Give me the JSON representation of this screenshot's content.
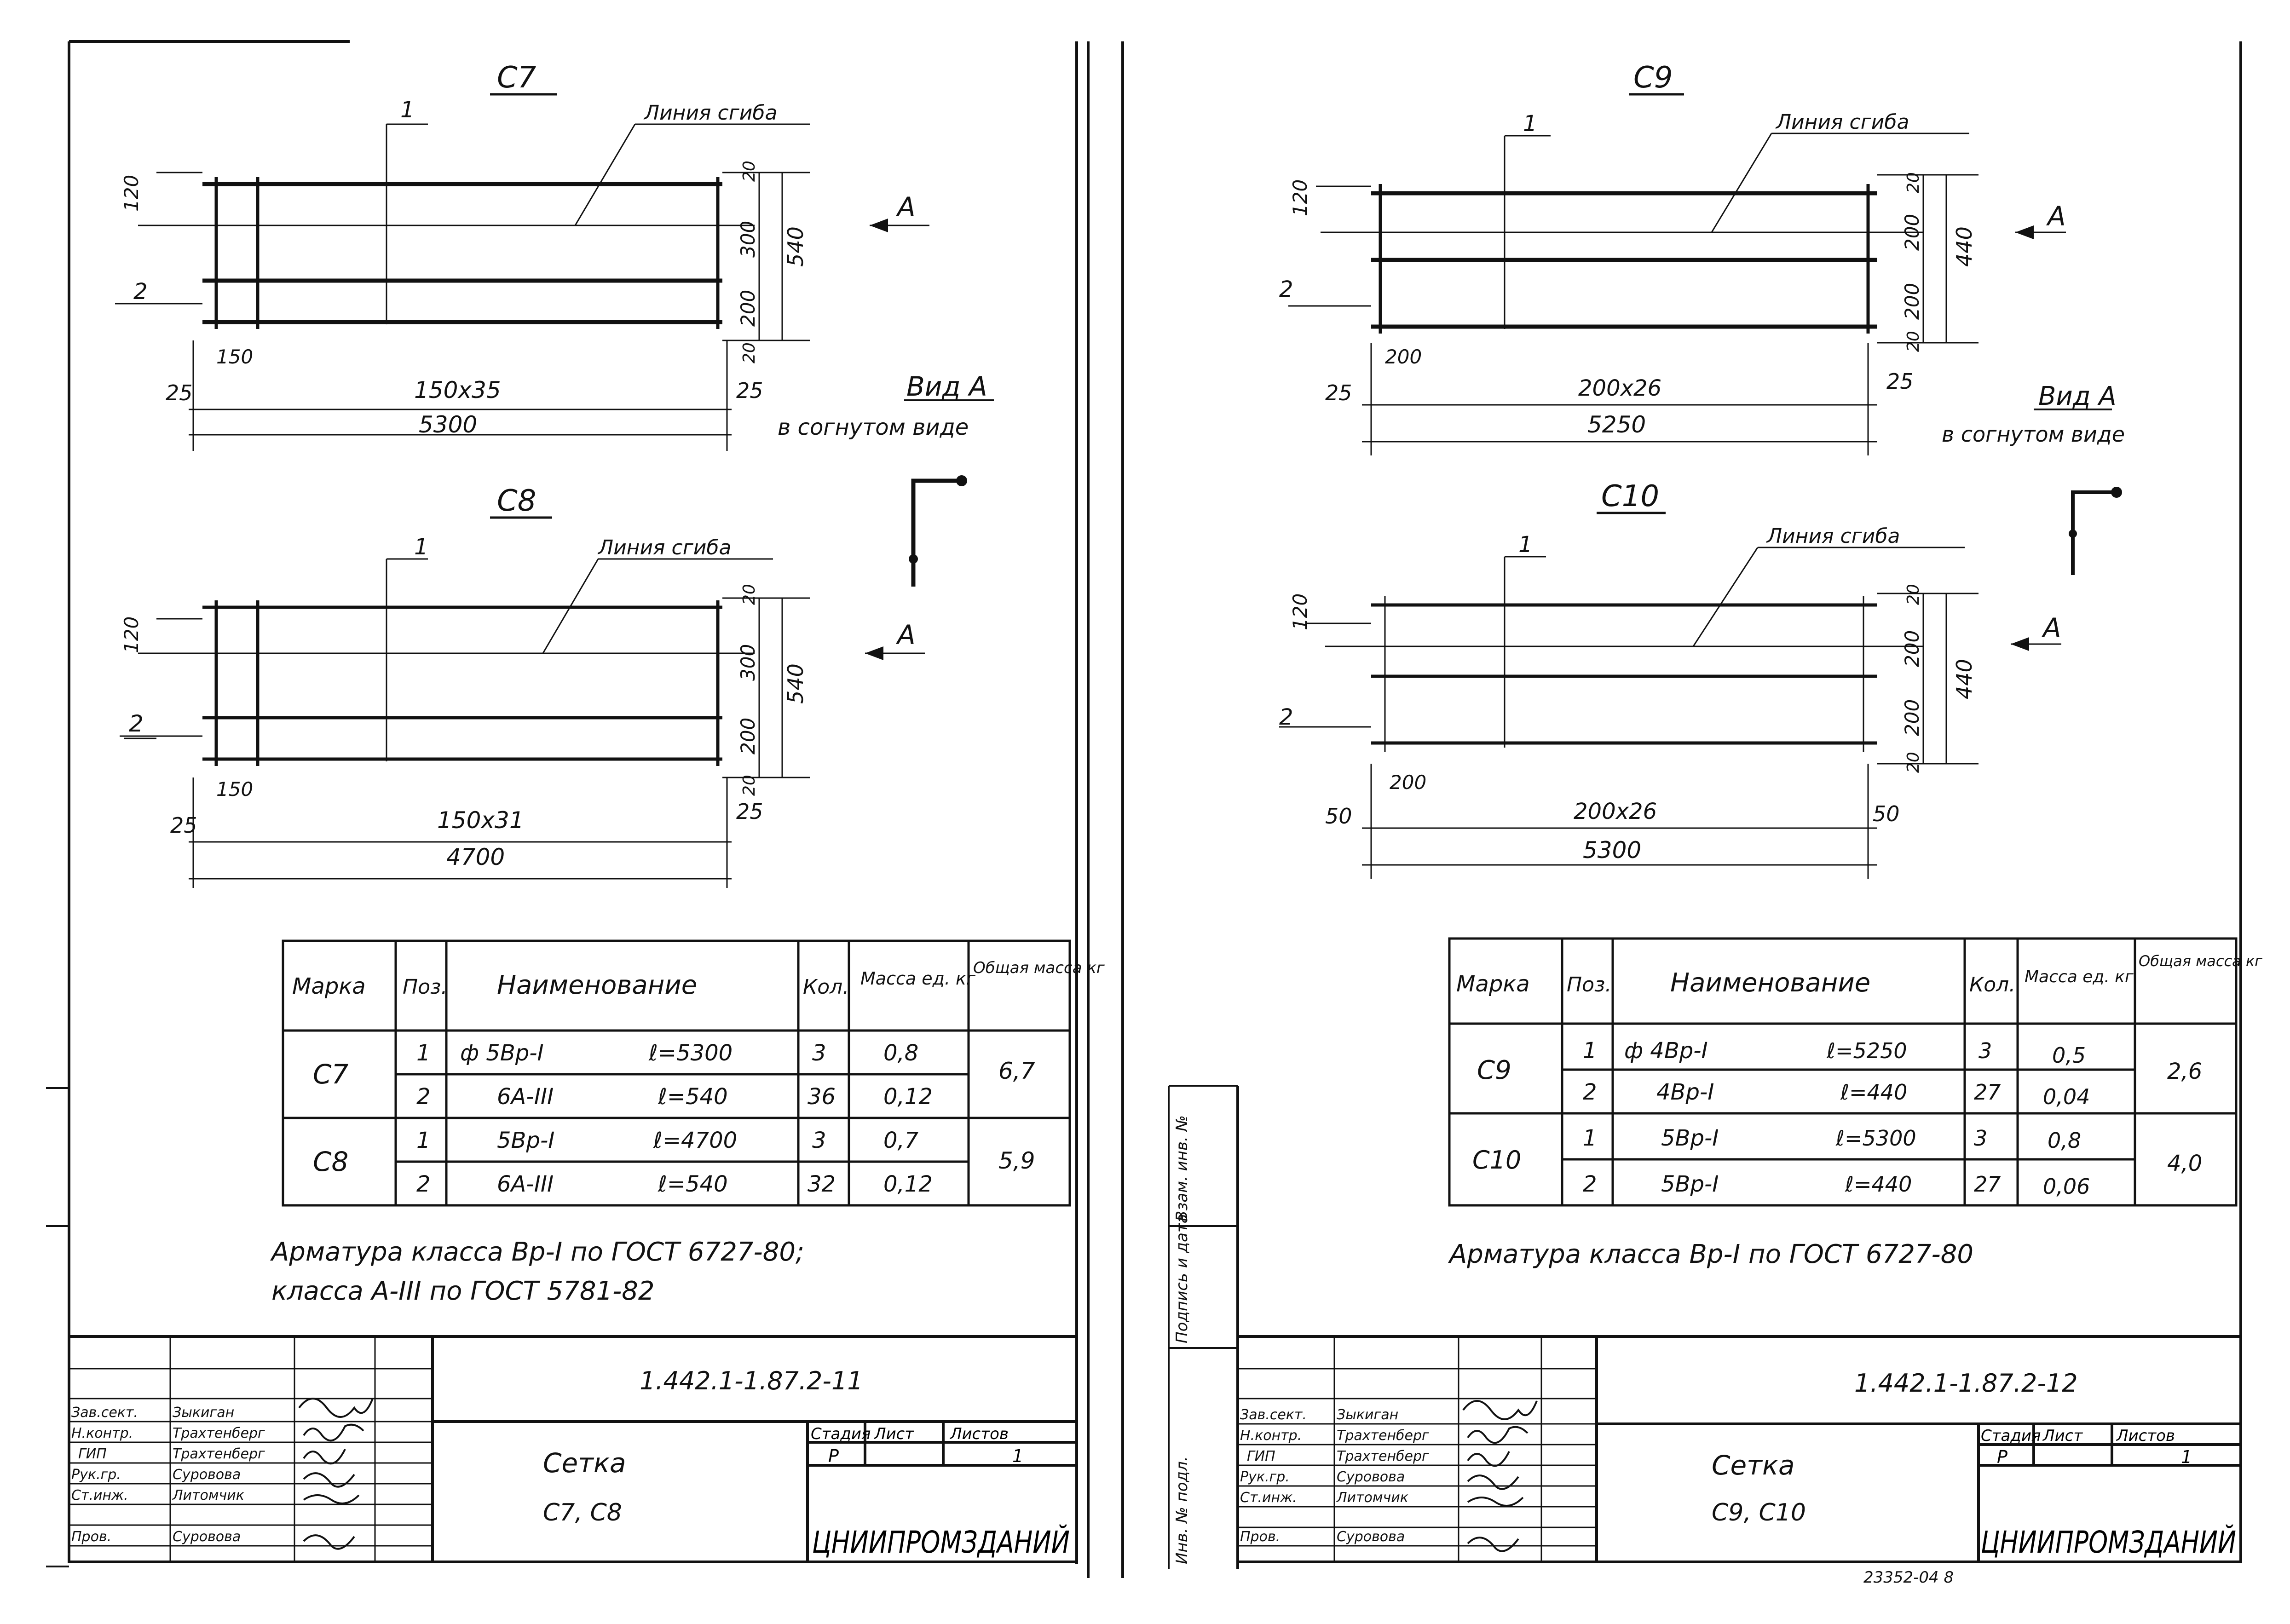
{
  "left": {
    "c7": {
      "title": "С7",
      "pos1": "1",
      "pos2": "2",
      "bend_label": "Линия сгиба",
      "dim_top_120": "120",
      "dim_r_20a": "20",
      "dim_r_300": "300",
      "dim_r_200": "200",
      "dim_r_20b": "20",
      "dim_r_540": "540",
      "dim_25l": "25",
      "dim_150": "150",
      "dim_150x35": "150х35",
      "dim_25r": "25",
      "dim_total": "5300",
      "arrow_a": "А",
      "view_title": "Вид А",
      "view_sub": "в согнутом виде"
    },
    "c8": {
      "title": "С8",
      "pos1": "1",
      "pos2": "2",
      "bend_label": "Линия сгиба",
      "dim_top_120": "120",
      "dim_r_20a": "20",
      "dim_r_300": "300",
      "dim_r_200": "200",
      "dim_r_20b": "20",
      "dim_r_540": "540",
      "dim_25l": "25",
      "dim_150": "150",
      "dim_150x31": "150х31",
      "dim_25r": "25",
      "dim_total": "4700",
      "arrow_a": "А"
    },
    "table": {
      "headers": [
        "Марка",
        "Поз.",
        "Наименование",
        "Кол.",
        "Масса ед. кг",
        "Общая масса кг"
      ],
      "rows": [
        {
          "mark": "С7",
          "pos": "1",
          "name": "ф 5Вр-I",
          "len": "ℓ=5300",
          "qty": "3",
          "mass": "0,8",
          "total": "6,7"
        },
        {
          "mark": "",
          "pos": "2",
          "name": "6А-III",
          "len": "ℓ=540",
          "qty": "36",
          "mass": "0,12",
          "total": ""
        },
        {
          "mark": "С8",
          "pos": "1",
          "name": "5Вр-I",
          "len": "ℓ=4700",
          "qty": "3",
          "mass": "0,7",
          "total": "5,9"
        },
        {
          "mark": "",
          "pos": "2",
          "name": "6А-III",
          "len": "ℓ=540",
          "qty": "32",
          "mass": "0,12",
          "total": ""
        }
      ]
    },
    "note_line1": "Арматура класса Вр-I по ГОСТ 6727-80;",
    "note_line2": "класса А-III по ГОСТ 5781-82",
    "stamp": {
      "code": "1.442.1-1.87.2-11",
      "name1": "Сетка",
      "name2": "С7, С8",
      "stage_label": "Стадия",
      "sheet_label": "Лист",
      "sheets_label": "Листов",
      "stage": "Р",
      "sheets": "1",
      "org": "ЦНИИПРОМЗДАНИЙ",
      "roles": [
        "Зав.сект.",
        "Н.контр.",
        "ГИП",
        "Рук.гр.",
        "Ст.инж.",
        "Пров."
      ],
      "names": [
        "Зыкиган",
        "Трахтенберг",
        "Трахтенберг",
        "Суровова",
        "Литомчик",
        "Суровова"
      ]
    }
  },
  "right": {
    "c9": {
      "title": "С9",
      "pos1": "1",
      "pos2": "2",
      "bend_label": "Линия сгиба",
      "dim_top_120": "120",
      "dim_r_20a": "20",
      "dim_r_200a": "200",
      "dim_r_200b": "200",
      "dim_r_20b": "20",
      "dim_r_440": "440",
      "dim_25l": "25",
      "dim_200": "200",
      "dim_200x26": "200х26",
      "dim_25r": "25",
      "dim_total": "5250",
      "arrow_a": "А",
      "view_title": "Вид А",
      "view_sub": "в согнутом виде"
    },
    "c10": {
      "title": "С10",
      "pos1": "1",
      "pos2": "2",
      "bend_label": "Линия сгиба",
      "dim_top_120": "120",
      "dim_r_20a": "20",
      "dim_r_200a": "200",
      "dim_r_200b": "200",
      "dim_r_20b": "20",
      "dim_r_440": "440",
      "dim_50l": "50",
      "dim_200": "200",
      "dim_200x26": "200х26",
      "dim_50r": "50",
      "dim_total": "5300",
      "arrow_a": "А"
    },
    "table": {
      "headers": [
        "Марка",
        "Поз.",
        "Наименование",
        "Кол.",
        "Масса ед. кг",
        "Общая масса кг"
      ],
      "rows": [
        {
          "mark": "С9",
          "pos": "1",
          "name": "ф 4Вр-I",
          "len": "ℓ=5250",
          "qty": "3",
          "mass": "0,5",
          "total": "2,6"
        },
        {
          "mark": "",
          "pos": "2",
          "name": "4Вр-I",
          "len": "ℓ=440",
          "qty": "27",
          "mass": "0,04",
          "total": ""
        },
        {
          "mark": "С10",
          "pos": "1",
          "name": "5Вр-I",
          "len": "ℓ=5300",
          "qty": "3",
          "mass": "0,8",
          "total": "4,0"
        },
        {
          "mark": "",
          "pos": "2",
          "name": "5Вр-I",
          "len": "ℓ=440",
          "qty": "27",
          "mass": "0,06",
          "total": ""
        }
      ]
    },
    "note_line1": "Арматура класса Вр-I по ГОСТ 6727-80",
    "stamp": {
      "code": "1.442.1-1.87.2-12",
      "name1": "Сетка",
      "name2": "С9, С10",
      "stage_label": "Стадия",
      "sheet_label": "Лист",
      "sheets_label": "Листов",
      "stage": "Р",
      "sheets": "1",
      "org": "ЦНИИПРОМЗДАНИЙ",
      "roles": [
        "Зав.сект.",
        "Н.контр.",
        "ГИП",
        "Рук.гр.",
        "Ст.инж.",
        "Пров."
      ],
      "names": [
        "Зыкиган",
        "Трахтенберг",
        "Трахтенберг",
        "Суровова",
        "Литомчик",
        "Суровова"
      ]
    },
    "side_labels": [
      "Инв. № подл.",
      "Подпись и дата",
      "Взам. инв. №"
    ],
    "footer_num": "23352-04   8"
  }
}
